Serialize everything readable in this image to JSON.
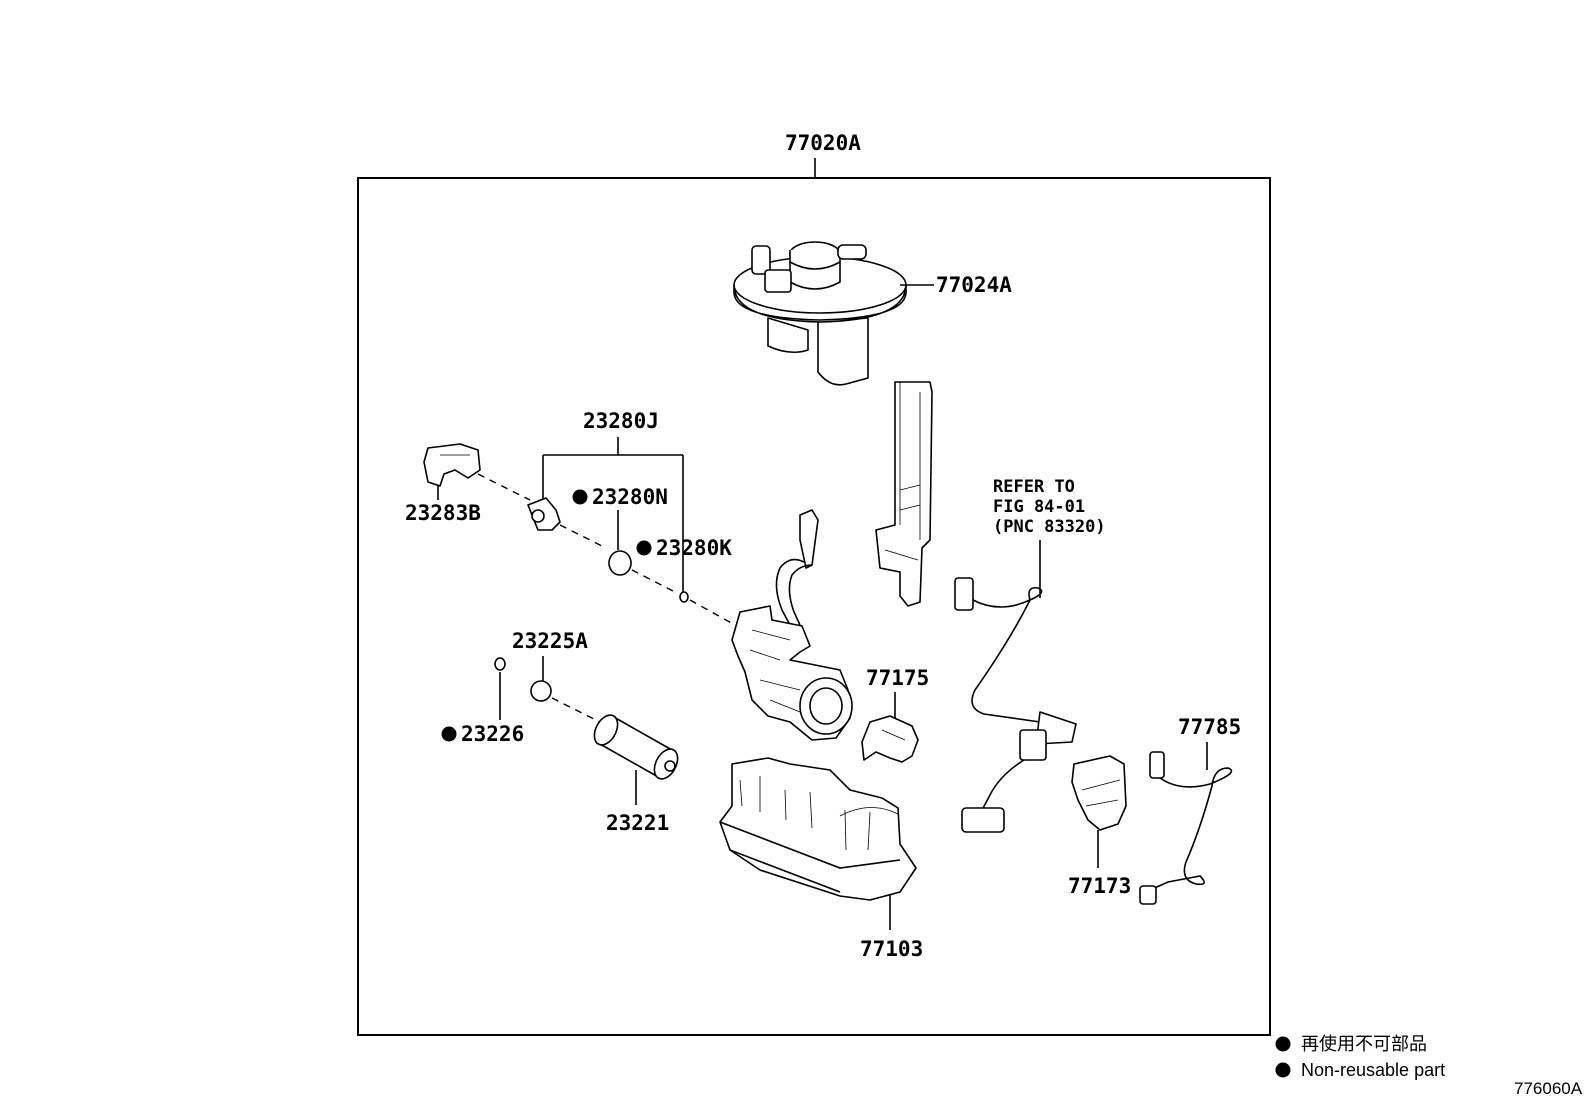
{
  "assembly": {
    "label": "77020A"
  },
  "parts": {
    "p77024A": "77024A",
    "p23280J": "23280J",
    "p23280N": "23280N",
    "p23280K": "23280K",
    "p23283B": "23283B",
    "p23225A": "23225A",
    "p23226": "23226",
    "p23221": "23221",
    "p77175": "77175",
    "p77103": "77103",
    "p77173": "77173",
    "p77785": "77785"
  },
  "refer": {
    "line1": "REFER TO",
    "line2": "FIG 84-01",
    "line3": "(PNC 83320)"
  },
  "legend": {
    "jp": "再使用不可部品",
    "en": "Non-reusable part"
  },
  "figure_id": "776060A"
}
